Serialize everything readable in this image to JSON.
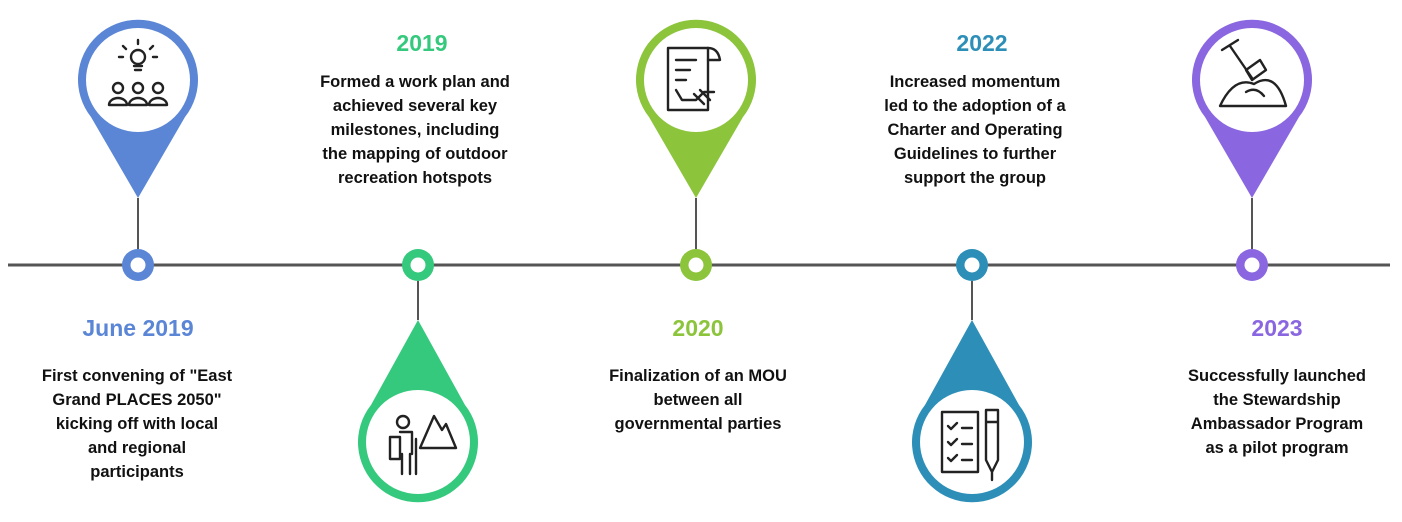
{
  "timeline": {
    "events": [
      {
        "year": "June 2019",
        "color": "#5b86d6",
        "icon": "presentation-audience-icon",
        "lines": [
          "First convening of \"East",
          "Grand PLACES 2050\"",
          "kicking off with local",
          "and regional",
          "participants"
        ]
      },
      {
        "year": "2019",
        "color": "#35c97d",
        "icon": "hiker-mountain-icon",
        "lines": [
          "Formed a work plan and",
          "achieved several key",
          "milestones, including",
          "the mapping of outdoor",
          "recreation hotspots"
        ]
      },
      {
        "year": "2020",
        "color": "#8cc43c",
        "icon": "contract-handshake-icon",
        "lines": [
          "Finalization of an MOU",
          "between all",
          "governmental parties"
        ]
      },
      {
        "year": "2022",
        "color": "#2d8fb8",
        "icon": "checklist-pen-icon",
        "lines": [
          "Increased momentum",
          "led to the adoption of a",
          "Charter and Operating",
          "Guidelines to further",
          "support the group"
        ]
      },
      {
        "year": "2023",
        "color": "#8a67e0",
        "icon": "shovel-dirt-icon",
        "lines": [
          "Successfully launched",
          "the Stewardship",
          "Ambassador Program",
          "as a pilot program"
        ]
      }
    ]
  }
}
